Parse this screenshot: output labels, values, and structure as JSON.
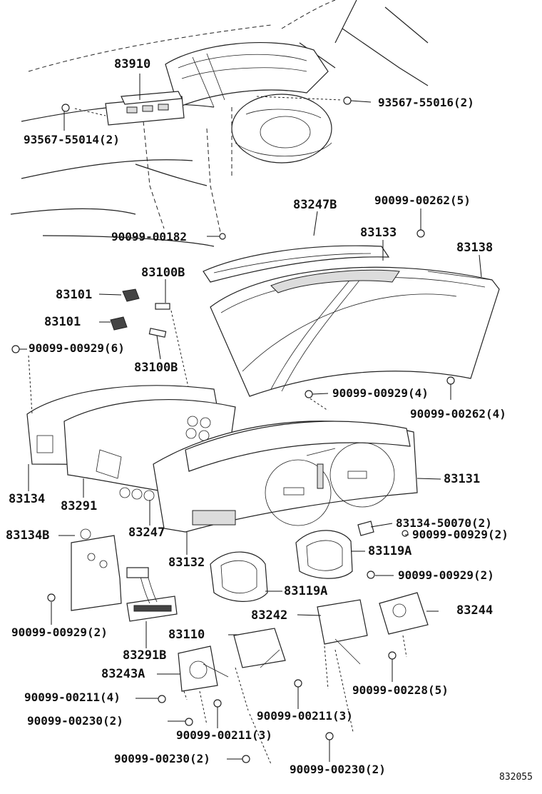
{
  "figure_id": "832055",
  "callouts": {
    "p83910": "83910",
    "p93567_55016": "93567-55016(2)",
    "p93567_55014": "93567-55014(2)",
    "p90099_00182": "90099-00182",
    "p83247B": "83247B",
    "p90099_00262_5": "90099-00262(5)",
    "p83133": "83133",
    "p83138": "83138",
    "p83100B_a": "83100B",
    "p83101_a": "83101",
    "p83101_b": "83101",
    "p90099_00929_6": "90099-00929(6)",
    "p83100B_b": "83100B",
    "p90099_00929_4": "90099-00929(4)",
    "p90099_00262_4": "90099-00262(4)",
    "p83131": "83131",
    "p83134": "83134",
    "p83291": "83291",
    "p83247": "83247",
    "p83134B": "83134B",
    "p83132": "83132",
    "p83134_50070": "83134-50070(2)",
    "p90099_00929_2a": "90099-00929(2)",
    "p83119A_a": "83119A",
    "p90099_00929_2b": "90099-00929(2)",
    "p83119A_b": "83119A",
    "p90099_00929_2c": "90099-00929(2)",
    "p83242": "83242",
    "p83244": "83244",
    "p83110": "83110",
    "p83291B": "83291B",
    "p83243A": "83243A",
    "p90099_00228_5": "90099-00228(5)",
    "p90099_00211_4": "90099-00211(4)",
    "p90099_00211_3a": "90099-00211(3)",
    "p90099_00230_2a": "90099-00230(2)",
    "p90099_00211_3b": "90099-00211(3)",
    "p90099_00230_2b": "90099-00230(2)",
    "p90099_00230_2c": "90099-00230(2)"
  }
}
